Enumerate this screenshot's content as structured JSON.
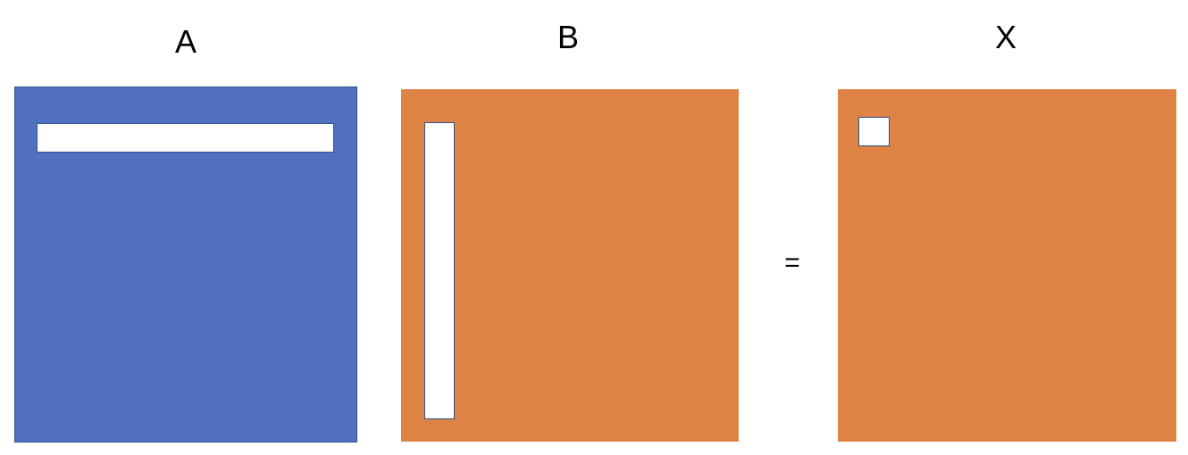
{
  "labels": {
    "a": "A",
    "b": "B",
    "x": "X"
  },
  "equals_sign": "=",
  "colors": {
    "matrix_a_fill": "#4f71be",
    "matrix_b_fill": "#de8344",
    "matrix_x_fill": "#de8344",
    "highlight_fill": "#ffffff",
    "highlight_border": "#2f528f"
  }
}
